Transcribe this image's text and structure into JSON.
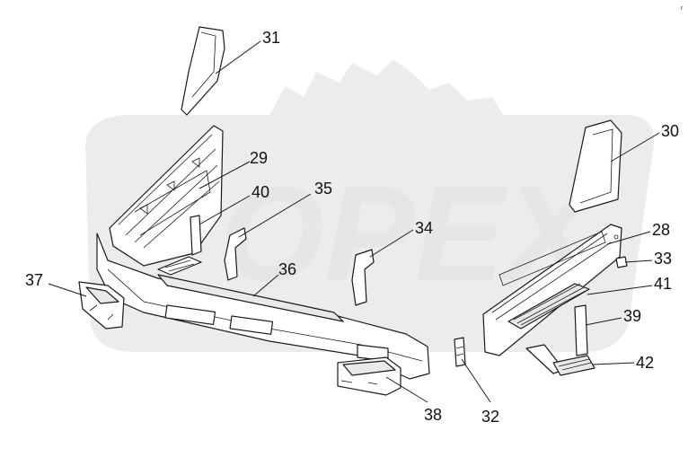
{
  "diagram": {
    "watermark_text": "OPEX",
    "corner_mark": "r",
    "part_labels": {
      "p28": "28",
      "p29": "29",
      "p30": "30",
      "p31": "31",
      "p32": "32",
      "p33": "33",
      "p34": "34",
      "p35": "35",
      "p36": "36",
      "p37": "37",
      "p38": "38",
      "p39": "39",
      "p40": "40",
      "p41": "41",
      "p42": "42"
    }
  }
}
